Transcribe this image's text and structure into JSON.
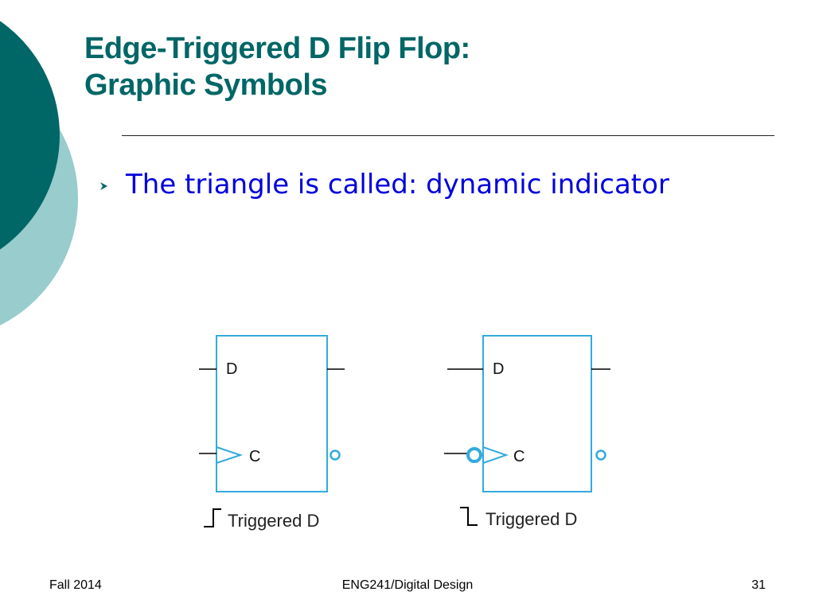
{
  "slide": {
    "title_line1": "Edge-Triggered D Flip Flop:",
    "title_line2": "Graphic Symbols",
    "bullet": "The triangle is called: dynamic indicator"
  },
  "diagram": {
    "symbols": [
      {
        "pin_d": "D",
        "pin_c": "C",
        "caption": "Triggered D",
        "clock_edge": "positive",
        "clock_bubble": false
      },
      {
        "pin_d": "D",
        "pin_c": "C",
        "caption": "Triggered D",
        "clock_edge": "negative",
        "clock_bubble": true
      }
    ]
  },
  "footer": {
    "left": "Fall 2014",
    "center": "ENG241/Digital Design",
    "right": "31"
  },
  "colors": {
    "title": "#006666",
    "bullet_text": "#0000dd",
    "symbol_stroke": "#33aadd",
    "deco_dark": "#006666",
    "deco_light": "#99cccc"
  }
}
